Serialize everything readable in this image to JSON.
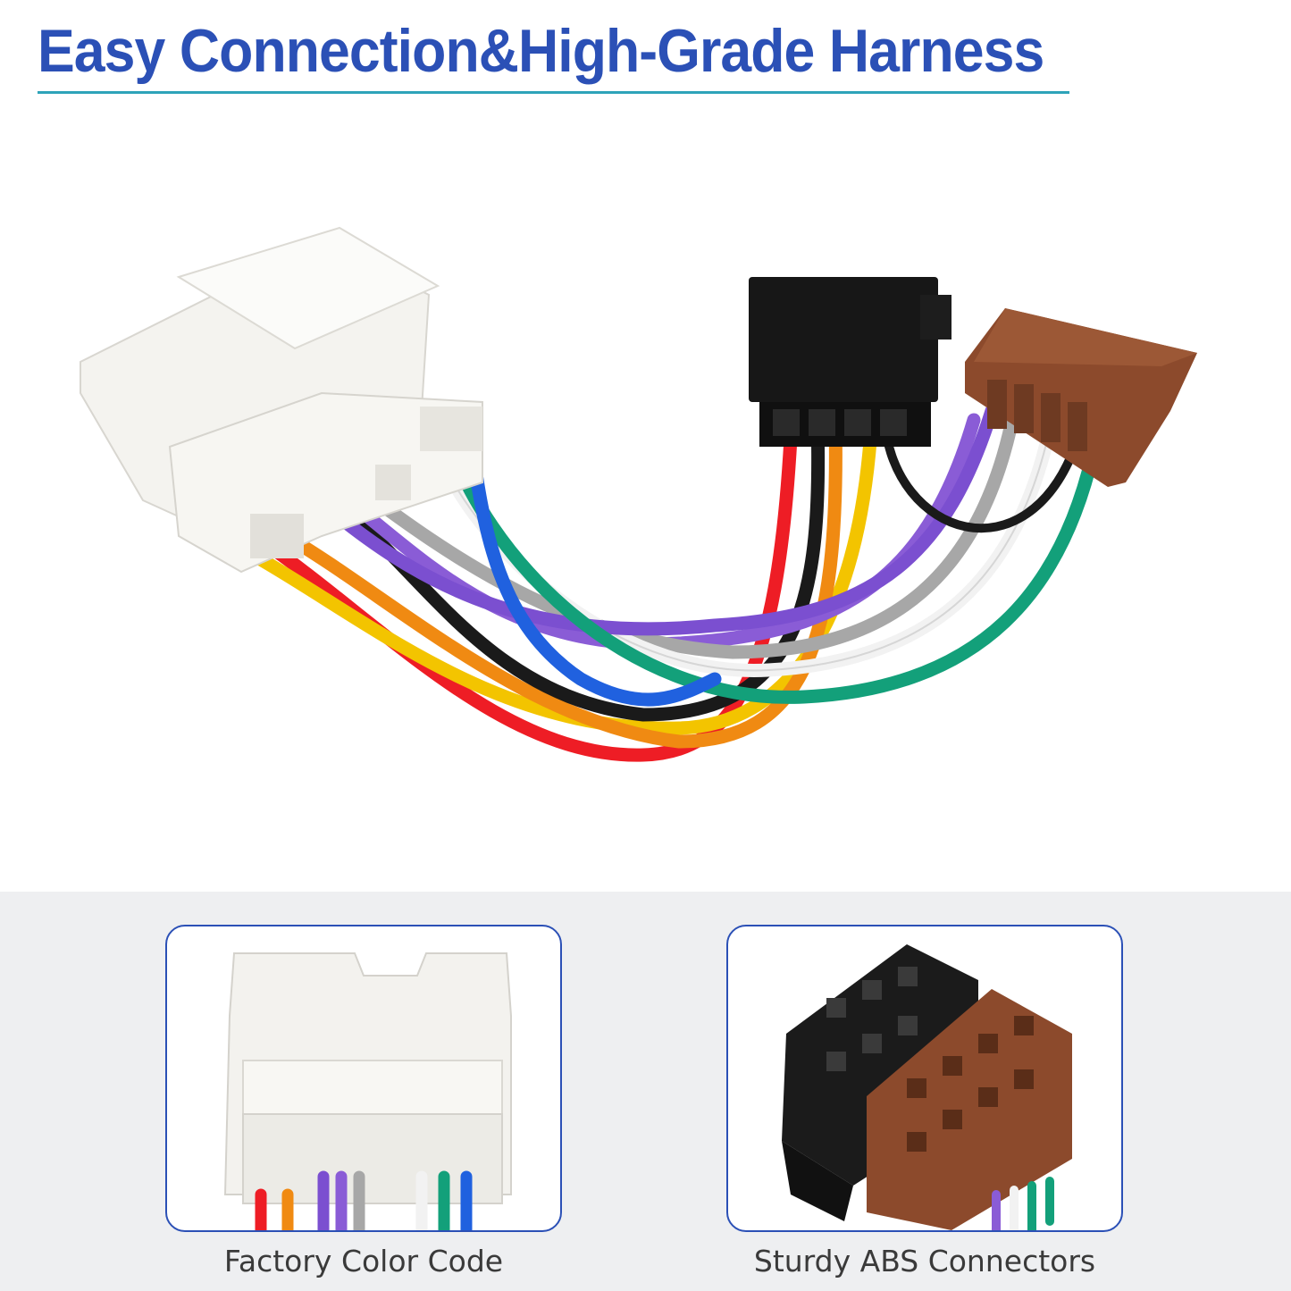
{
  "header": {
    "title": "Easy Connection&High-Grade Harness"
  },
  "features": [
    {
      "caption": "Factory Color Code"
    },
    {
      "caption": "Sturdy ABS Connectors"
    }
  ],
  "colors": {
    "title": "#2b50b6",
    "title_rule": "#2ea3b9",
    "card_border": "#2b50b6",
    "band": "#eeeff1"
  },
  "wires": [
    "red",
    "yellow",
    "orange",
    "purple",
    "black",
    "gray",
    "white",
    "green",
    "blue"
  ]
}
